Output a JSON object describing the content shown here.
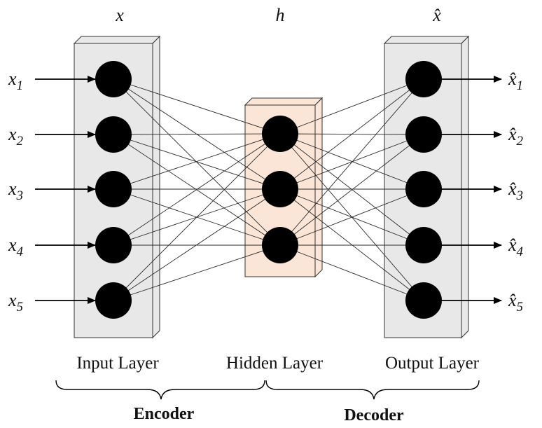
{
  "diagram": {
    "top_labels": {
      "input": "x",
      "hidden": "h",
      "output": "x̂"
    },
    "inputs": [
      {
        "base": "x",
        "sub": "1"
      },
      {
        "base": "x",
        "sub": "2"
      },
      {
        "base": "x",
        "sub": "3"
      },
      {
        "base": "x",
        "sub": "4"
      },
      {
        "base": "x",
        "sub": "5"
      }
    ],
    "outputs": [
      {
        "base": "x̂",
        "sub": "1"
      },
      {
        "base": "x̂",
        "sub": "2"
      },
      {
        "base": "x̂",
        "sub": "3"
      },
      {
        "base": "x̂",
        "sub": "4"
      },
      {
        "base": "x̂",
        "sub": "5"
      }
    ],
    "layers": {
      "input": "Input Layer",
      "hidden": "Hidden Layer",
      "output": "Output Layer"
    },
    "groups": {
      "encoder": "Encoder",
      "decoder": "Decoder"
    },
    "counts": {
      "input": 5,
      "hidden": 3,
      "output": 5
    },
    "colors": {
      "input_box": "#e8e8e8",
      "hidden_box": "#fbe5d6",
      "output_box": "#e8e8e8",
      "neuron": "#000000"
    }
  }
}
